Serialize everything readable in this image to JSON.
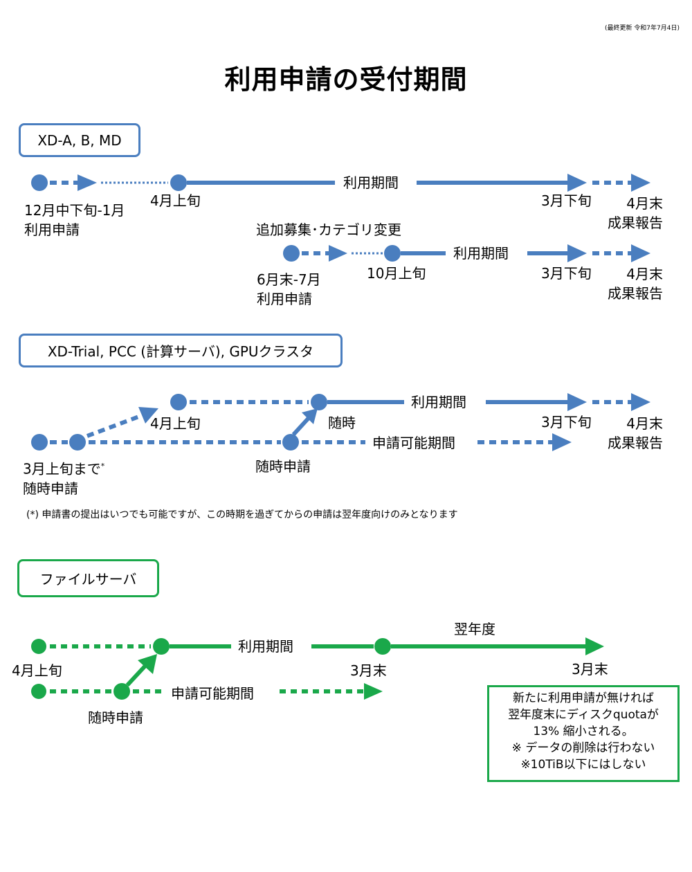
{
  "header": {
    "updated": "(最終更新 令和7年7月4日)",
    "title": "利用申請の受付期間"
  },
  "section1": {
    "box_label": "XD-A, B, MD",
    "apply_period_line1": "12月中下旬-1月",
    "apply_period_line2": "利用申請",
    "start": "4月上旬",
    "usage_period": "利用期間",
    "end": "3月下旬",
    "report_line1": "4月末",
    "report_line2": "成果報告",
    "extra_heading": "追加募集･カテゴリ変更",
    "extra_apply_line1": "6月末-7月",
    "extra_apply_line2": "利用申請",
    "extra_start": "10月上旬",
    "extra_usage_period": "利用期間",
    "extra_end": "3月下旬",
    "extra_report_line1": "4月末",
    "extra_report_line2": "成果報告"
  },
  "section2": {
    "box_label": "XD-Trial, PCC (計算サーバ), GPUクラスタ",
    "start": "4月上旬",
    "anytime": "随時",
    "usage_period": "利用期間",
    "end": "3月下旬",
    "report_line1": "4月末",
    "report_line2": "成果報告",
    "apply_deadline_line1": "3月上旬まで",
    "apply_deadline_mark": "*",
    "apply_deadline_line2": "随時申請",
    "anytime_apply": "随時申請",
    "apply_possible_period": "申請可能期間",
    "footnote": "(*) 申請書の提出はいつでも可能ですが、この時期を過ぎてからの申請は翌年度向けのみとなります"
  },
  "section3": {
    "box_label": "ファイルサーバ",
    "start": "4月上旬",
    "usage_period": "利用期間",
    "end_current": "3月末",
    "next_year": "翌年度",
    "end_next": "3月末",
    "anytime_apply": "随時申請",
    "apply_possible_period": "申請可能期間",
    "info_lines": [
      "新たに利用申請が無ければ",
      "翌年度末にディスクquotaが",
      "13% 縮小される。",
      "※ データの削除は行わない",
      "※10TiB以下にはしない"
    ]
  },
  "colors": {
    "blue": "#4a7ebf",
    "green": "#1aa84a"
  }
}
